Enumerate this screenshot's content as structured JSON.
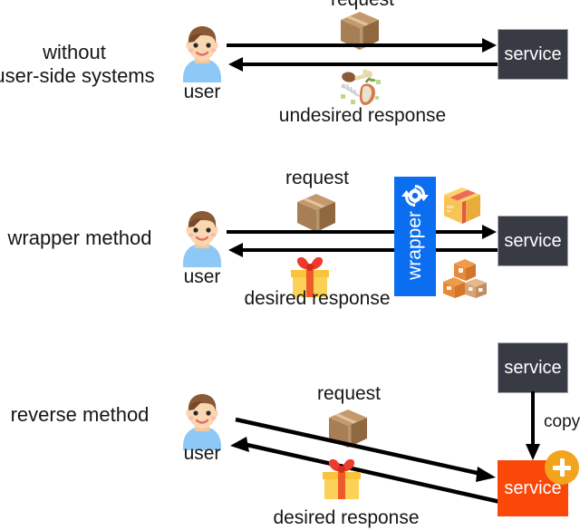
{
  "diagram": {
    "title_rows": [
      {
        "id": "without",
        "label_line1": "without",
        "label_line2": "user-side systems"
      },
      {
        "id": "wrapper",
        "label_line1": "wrapper method",
        "label_line2": ""
      },
      {
        "id": "reverse",
        "label_line1": "reverse method",
        "label_line2": ""
      }
    ],
    "row1": {
      "actor_label": "user",
      "actor_icon": "user-avatar-icon",
      "request_label": "request",
      "request_icon": "package-box-icon",
      "response_label": "undesired response",
      "response_icon": "trash-garbage-icon",
      "service_label": "service",
      "arrow_forward": "request-arrow-right",
      "arrow_back": "response-arrow-left"
    },
    "row2": {
      "actor_label": "user",
      "actor_icon": "user-avatar-icon",
      "request_label": "request",
      "request_icon": "package-box-icon",
      "response_label": "desired response",
      "response_icon": "gift-box-icon",
      "wrapper_label": "wrapper",
      "wrapper_icon": "gear-refresh-icon",
      "service_label": "service",
      "transformed_request_icon": "yellow-package-icon",
      "transformed_response_icon": "stacked-boxes-icon",
      "arrow_forward": "request-arrow-right",
      "arrow_back": "response-arrow-left"
    },
    "row3": {
      "actor_label": "user",
      "actor_icon": "user-avatar-icon",
      "request_label": "request",
      "request_icon": "package-box-icon",
      "response_label": "desired response",
      "response_icon": "gift-box-icon",
      "service_original_label": "service",
      "service_copy_label": "service",
      "copy_label": "copy",
      "copy_arrow": "copy-arrow-down",
      "plus_badge": "plus-badge-icon",
      "arrow_forward": "request-arrow-diagonal-right",
      "arrow_back": "response-arrow-diagonal-left"
    },
    "colors": {
      "service_dark": "#383b44",
      "service_orange": "#f9480a",
      "wrapper_blue": "#0b6ef0",
      "badge_amber": "#f2a51c",
      "arrow_black": "#000000",
      "text": "#161616",
      "background": "#ffffff"
    }
  }
}
